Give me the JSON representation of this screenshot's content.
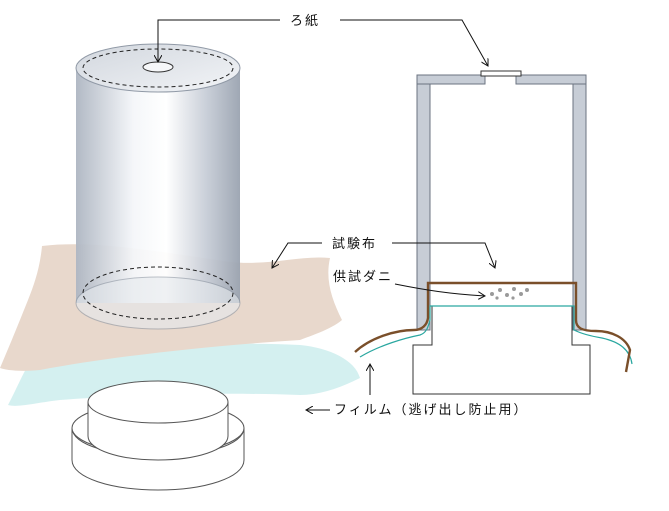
{
  "labels": {
    "filter_paper": "ろ紙",
    "test_cloth": "試験布",
    "test_mites": "供試ダニ",
    "film": "フィルム（逃げ出し防止用）"
  },
  "colors": {
    "cloth": "#e8d8cc",
    "film": "#cfeeee",
    "frame_brown": "#7a4f2a",
    "film_line": "#2aa7a0",
    "cylinder_gray": "#c7cdd6"
  },
  "icons": {
    "arrow": "arrow-icon"
  }
}
